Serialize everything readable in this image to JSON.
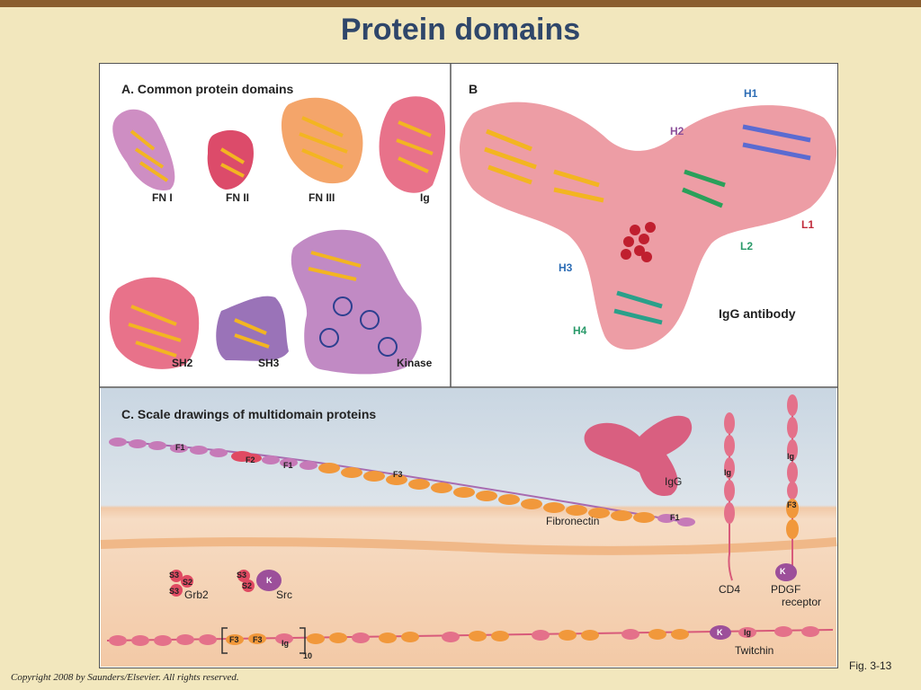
{
  "slide": {
    "title": "Protein domains",
    "copyright": "Copyright 2008 by Saunders/Elsevier. All rights reserved.",
    "fig_label": "Fig. 3-13"
  },
  "panel_a": {
    "label": "A. Common protein domains",
    "domains": [
      "FN I",
      "FN II",
      "FN III",
      "Ig",
      "SH2",
      "SH3",
      "Kinase"
    ]
  },
  "panel_b": {
    "label": "B",
    "chains": [
      "H1",
      "H2",
      "L1",
      "L2",
      "H3",
      "H4"
    ],
    "caption": "IgG antibody"
  },
  "panel_c": {
    "label": "C. Scale drawings of multidomain proteins",
    "fibronectin": {
      "name": "Fibronectin",
      "f1": "F1",
      "f2": "F2",
      "f3": "F3"
    },
    "igg": "IgG",
    "cd4": {
      "name": "CD4",
      "ig": "Ig"
    },
    "pdgf": {
      "name_line1": "PDGF",
      "name_line2": "receptor",
      "ig": "Ig",
      "f3": "F3",
      "k": "K"
    },
    "grb2": {
      "name": "Grb2",
      "s3": "S3",
      "s2": "S2"
    },
    "src": {
      "name": "Src",
      "s3": "S3",
      "s2": "S2",
      "k": "K"
    },
    "twitchin": {
      "name": "Twitchin",
      "k": "K",
      "ig": "Ig",
      "f3": "F3",
      "repeat": "10"
    }
  },
  "colors": {
    "title": "#2f466a",
    "background": "#f2e7bd",
    "pink": "#e4718a",
    "orange": "#ef9a3c",
    "purple": "#b06aa8",
    "red": "#d8344b"
  }
}
